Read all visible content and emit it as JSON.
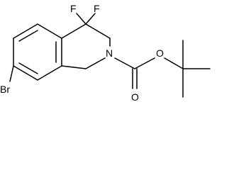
{
  "atom_labels": {
    "bromine": "Br",
    "fluorine_left": "F",
    "fluorine_right": "F",
    "nitrogen": "N",
    "ester_oxygen": "O",
    "carbonyl_oxygen": "O"
  }
}
